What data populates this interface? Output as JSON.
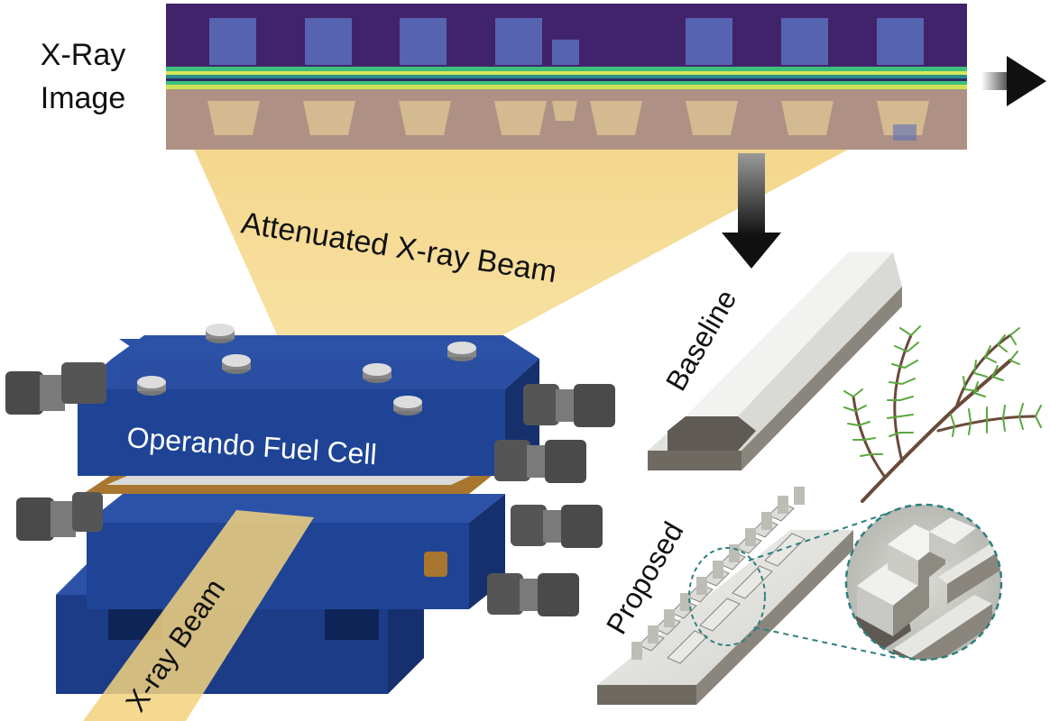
{
  "labels": {
    "xray_image_line1": "X-Ray",
    "xray_image_line2": "Image",
    "attenuated_beam": "Attenuated X-ray Beam",
    "fuel_cell": "Operando Fuel Cell",
    "xray_beam": "X-ray Beam",
    "baseline": "Baseline",
    "proposed": "Proposed"
  },
  "colors": {
    "beam": "#f5d98a",
    "xray_bg": "#41236b",
    "xray_panel": "#5a6fbd",
    "xray_stripe_green": "#3fbf7a",
    "xray_stripe_yellow": "#d8e85a",
    "cell_blue": "#1f3f8c",
    "cell_blue_dark": "#16306e",
    "gasket": "#a8762e",
    "fitting": "#5a5a5a",
    "channel_light": "#e4e4e0",
    "channel_dark": "#6e6a62",
    "fern_green": "#5aa83e",
    "dash_teal": "#2e7f7f"
  },
  "icons": {
    "xray_out_arrow": "arrow-right-icon",
    "down_arrow": "arrow-down-icon",
    "fern": "fern-branch-icon"
  }
}
